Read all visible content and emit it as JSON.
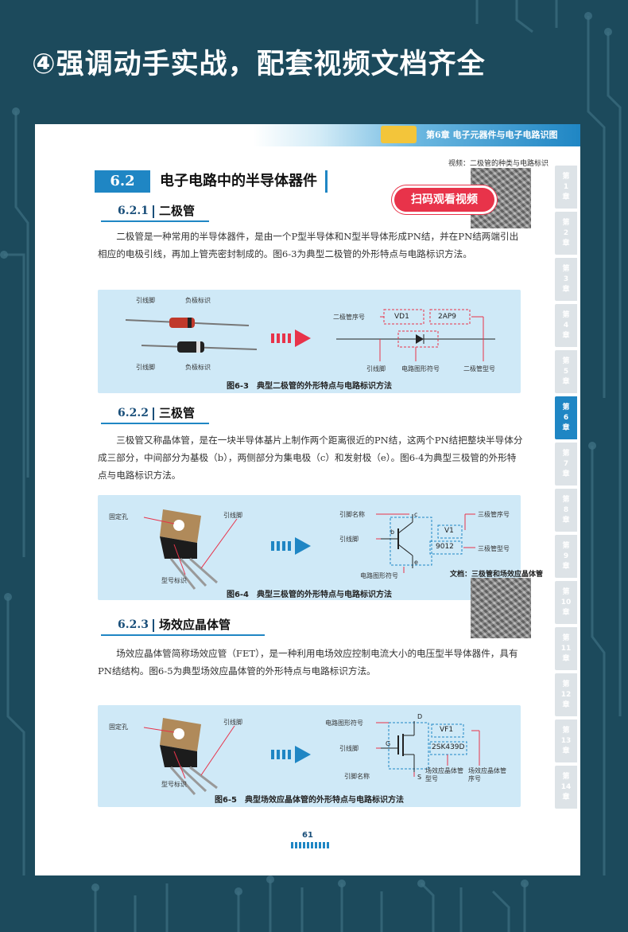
{
  "headline": "④强调动手实战，配套视频文档齐全",
  "header": {
    "chapter_title": "第6章 电子元器件与电子电路识图"
  },
  "video_caption": "视频：二极管的种类与电路标识",
  "scan_badge": "扫码观看视频",
  "section": {
    "number": "6.2",
    "title": "电子电路中的半导体器件"
  },
  "sub1": {
    "number": "6.2.1",
    "title": "二极管",
    "paragraph": "二极管是一种常用的半导体器件，是由一个P型半导体和N型半导体形成PN结，并在PN结两端引出相应的电极引线，再加上管壳密封制成的。图6-3为典型二极管的外形特点与电路标识方法。",
    "figure": {
      "caption": "图6-3　典型二极管的外形特点与电路标识方法",
      "labels": {
        "lead_top": "引线脚",
        "neg_top": "负极标识",
        "lead_bottom": "引线脚",
        "neg_bottom": "负极标识",
        "seq_label": "二极管序号",
        "seq_value": "VD1",
        "model_value": "2AP9",
        "lead_label": "引线脚",
        "symbol_label": "电路图形符号",
        "model_label": "二极管型号"
      }
    }
  },
  "sub2": {
    "number": "6.2.2",
    "title": "三极管",
    "paragraph": "三极管又称晶体管，是在一块半导体基片上制作两个距离很近的PN结，这两个PN结把整块半导体分成三部分，中间部分为基极（b），两侧部分为集电极（c）和发射极（e）。图6-4为典型三极管的外形特点与电路标识方法。",
    "figure": {
      "caption": "图6-4　典型三极管的外形特点与电路标识方法",
      "labels": {
        "hole": "固定孔",
        "lead": "引线脚",
        "model_mark": "型号标识",
        "pin_name": "引脚名称",
        "lead_label": "引线脚",
        "symbol_label": "电路图形符号",
        "seq_label": "三极管序号",
        "seq_value": "V1",
        "model_label": "三极管型号",
        "model_value": "9012",
        "pin_c": "c",
        "pin_b": "b",
        "pin_e": "e"
      }
    }
  },
  "doc_caption": "文档：三极管和场效应晶体管",
  "sub3": {
    "number": "6.2.3",
    "title": "场效应晶体管",
    "paragraph": "场效应晶体管简称场效应管（FET），是一种利用电场效应控制电流大小的电压型半导体器件，具有PN结结构。图6-5为典型场效应晶体管的外形特点与电路标识方法。",
    "figure": {
      "caption": "图6-5　典型场效应晶体管的外形特点与电路标识方法",
      "labels": {
        "hole": "固定孔",
        "lead": "引线脚",
        "model_mark": "型号标识",
        "symbol_label": "电路图形符号",
        "lead_label": "引线脚",
        "pin_name": "引脚名称",
        "seq_value": "VF1",
        "model_value": "2SK439D",
        "model_label": "场效应晶体管型号",
        "seq_label": "场效应晶体管序号",
        "pin_d": "D",
        "pin_g": "G",
        "pin_s": "S"
      }
    }
  },
  "side_tabs": [
    {
      "line1": "第",
      "line2": "1",
      "line3": "章"
    },
    {
      "line1": "第",
      "line2": "2",
      "line3": "章"
    },
    {
      "line1": "第",
      "line2": "3",
      "line3": "章"
    },
    {
      "line1": "第",
      "line2": "4",
      "line3": "章"
    },
    {
      "line1": "第",
      "line2": "5",
      "line3": "章"
    },
    {
      "line1": "第",
      "line2": "6",
      "line3": "章"
    },
    {
      "line1": "第",
      "line2": "7",
      "line3": "章"
    },
    {
      "line1": "第",
      "line2": "8",
      "line3": "章"
    },
    {
      "line1": "第",
      "line2": "9",
      "line3": "章"
    },
    {
      "line1": "第",
      "line2": "10",
      "line3": "章"
    },
    {
      "line1": "第",
      "line2": "11",
      "line3": "章"
    },
    {
      "line1": "第",
      "line2": "12",
      "line3": "章"
    },
    {
      "line1": "第",
      "line2": "13",
      "line3": "章"
    },
    {
      "line1": "第",
      "line2": "14",
      "line3": "章"
    }
  ],
  "active_tab": 6,
  "page_number": "61",
  "colors": {
    "accent": "#1f86c4",
    "background": "#1c4a5c",
    "badge": "#e8334a",
    "figure_bg": "#cfe9f7"
  }
}
